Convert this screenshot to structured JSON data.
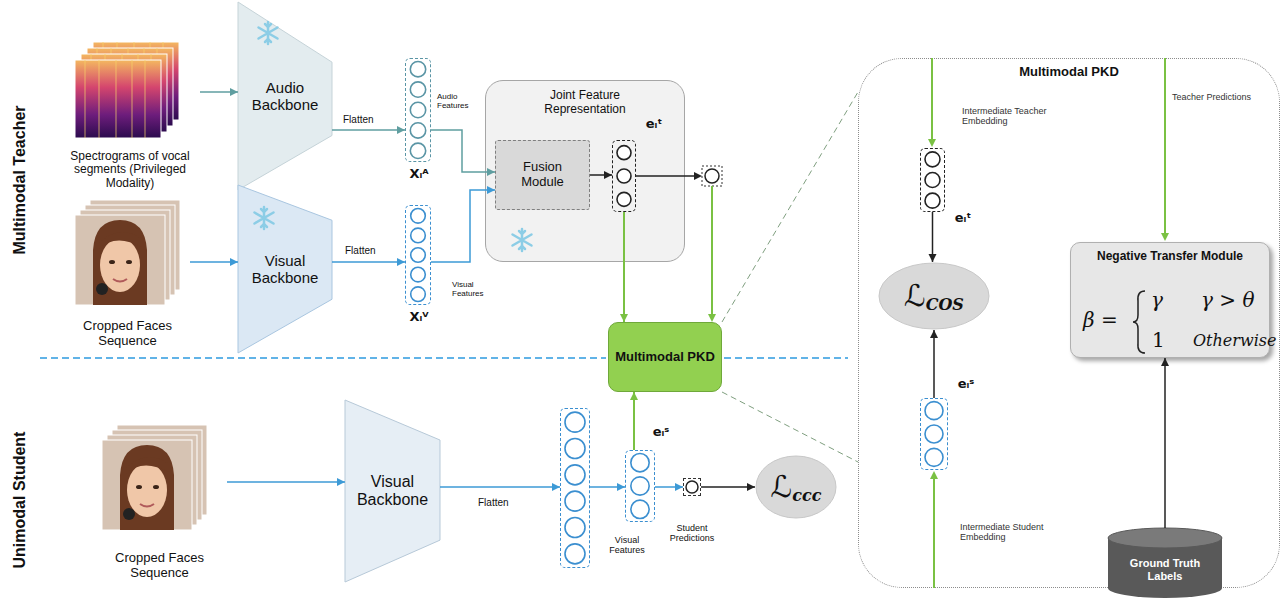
{
  "diagram": {
    "nodes": [
      {
        "text": [
          "Spectrograms of vocal segments (Privileged Modality)"
        ]
      },
      {
        "text": [
          "Audio Backbone"
        ]
      },
      {
        "text": [
          "Cropped Faces Sequence"
        ]
      },
      {
        "text": [
          "Visual Backbone"
        ]
      },
      {
        "text": [
          "Xᵢᴬ"
        ]
      },
      {
        "text": [
          "Xᵢⱽ"
        ]
      },
      {
        "text": [
          "Joint Feature Representation"
        ]
      },
      {
        "text": [
          "Fusion Module"
        ],
        "in": 6
      },
      {
        "text": [
          "eᵢᵗ"
        ],
        "in": 6
      },
      {
        "text": [
          "Multimodal PKD"
        ]
      },
      {
        "text": [
          "Cropped Faces Sequence"
        ]
      },
      {
        "text": [
          "Visual Backbone"
        ]
      },
      {
        "text": [
          "Visual Features"
        ]
      },
      {
        "text": [
          "eᵢˢ"
        ]
      },
      {
        "text": [
          "Student Predictions"
        ]
      },
      {
        "text": [
          "ℒ",
          "ccc"
        ]
      },
      {
        "text": [
          "Multimodal PKD"
        ]
      },
      {
        "text": [
          "eᵢᵗ"
        ],
        "in": 16
      },
      {
        "text": [
          "ℒ",
          "COS"
        ],
        "in": 16
      },
      {
        "text": [
          "eᵢˢ"
        ],
        "in": 16
      },
      {
        "text": [
          "Negative Transfer Module",
          "β =",
          "γ",
          "γ > θ",
          "1",
          "Otherwise"
        ],
        "in": 16
      },
      {
        "text": [
          "Ground Truth Labels"
        ]
      }
    ],
    "edges": [
      {
        "from": 0,
        "to": 1,
        "arrow": "to"
      },
      {
        "from": 2,
        "to": 3,
        "arrow": "to"
      },
      {
        "from": 1,
        "to": 4,
        "label": "Flatten",
        "arrow": "to"
      },
      {
        "from": 3,
        "to": 5,
        "label": "Flatten",
        "arrow": "to"
      },
      {
        "from": 4,
        "to": 7,
        "label": "Audio Features",
        "arrow": "to"
      },
      {
        "from": 5,
        "to": 7,
        "label": "Visual Features",
        "arrow": "to"
      },
      {
        "from": 7,
        "to": 8,
        "arrow": "to"
      },
      {
        "from": 8,
        "to": 9,
        "arrow": "to"
      },
      {
        "from": 10,
        "to": 11,
        "arrow": "to"
      },
      {
        "from": 11,
        "to": 12,
        "label": "Flatten",
        "arrow": "to"
      },
      {
        "from": 12,
        "to": 13,
        "arrow": "to"
      },
      {
        "from": 13,
        "to": 14,
        "arrow": "to"
      },
      {
        "from": 14,
        "to": 15,
        "arrow": "to"
      },
      {
        "from": 13,
        "to": 9,
        "arrow": "to"
      },
      {
        "from": 17,
        "to": 18,
        "arrow": "to"
      },
      {
        "from": 19,
        "to": 18,
        "arrow": "to"
      },
      {
        "from": 21,
        "to": 20,
        "arrow": "to"
      }
    ],
    "labels": [
      "Multimodal Teacher",
      "Unimodal Student",
      "Intermediate Teacher Embedding",
      "Teacher Predictions",
      "Intermediate Student Embedding"
    ]
  }
}
